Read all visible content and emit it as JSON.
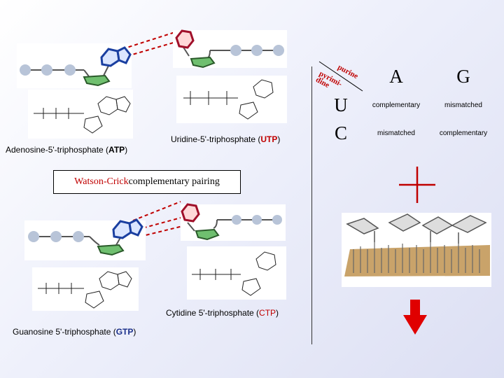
{
  "captions": {
    "atp": {
      "name": "Adenosine-5'-triphosphate (",
      "abbr": "ATP",
      "close": ")"
    },
    "utp": {
      "name": "Uridine-5'-triphosphate (",
      "abbr": "UTP",
      "close": ")"
    },
    "ctp": {
      "name": "Cytidine 5'-triphosphate (",
      "abbr": "CTP",
      "close": ")"
    },
    "gtp": {
      "name": "Guanosine 5'-triphosphate (",
      "abbr": "GTP",
      "close": ")"
    }
  },
  "banner": {
    "red": "Watson-Crick",
    "rest": " complementary pairing"
  },
  "matrix": {
    "corner_top": "purine",
    "corner_bottom": "pyrimi-dine",
    "col_headers": [
      "A",
      "G"
    ],
    "rows": [
      {
        "label": "U",
        "cells": [
          "complementary",
          "mismatched"
        ]
      },
      {
        "label": "C",
        "cells": [
          "mismatched",
          "complementary"
        ]
      }
    ]
  },
  "colors": {
    "purine_ring": "#1a3fa0",
    "pyrimidine_ring": "#a0102a",
    "sugar_ring": "#3a7a3a",
    "bead": "#b8c4d8",
    "arrow": "#e00000",
    "highlight": "#c00000"
  }
}
